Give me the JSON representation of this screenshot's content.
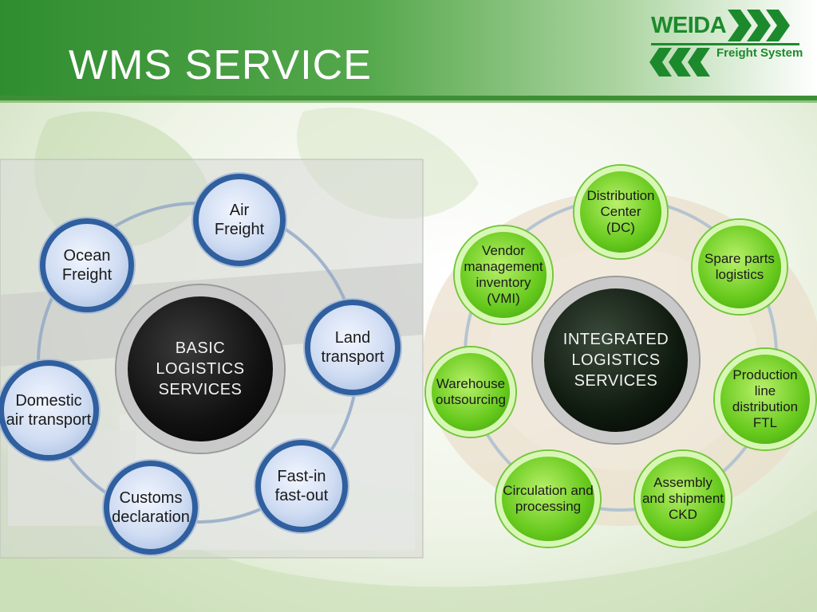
{
  "slide": {
    "title": "WMS  SERVICE"
  },
  "logo": {
    "brand": "WEIDA",
    "subtitle": "Freight System",
    "color": "#1c8a2c"
  },
  "basic_services": {
    "hub_label": "BASIC\nLOGISTICS\nSERVICES",
    "nodes": [
      {
        "label": "Air\nFreight"
      },
      {
        "label": "Land\ntransport"
      },
      {
        "label": "Fast-in\nfast-out"
      },
      {
        "label": "Customs\ndeclaration"
      },
      {
        "label": "Domestic\nair transport"
      },
      {
        "label": "Ocean\nFreight"
      }
    ]
  },
  "integrated_services": {
    "hub_label": "INTEGRATED\nLOGISTICS\nSERVICES",
    "nodes": [
      {
        "label": "Distribution\nCenter\n(DC)"
      },
      {
        "label": "Spare parts\nlogistics"
      },
      {
        "label": "Production\nline distribution\nFTL"
      },
      {
        "label": "Assembly\nand shipment\nCKD"
      },
      {
        "label": "Circulation and\nprocessing"
      },
      {
        "label": "Warehouse\noutsourcing"
      },
      {
        "label": "Vendor\nmanagement\ninventory\n(VMI)"
      }
    ]
  }
}
